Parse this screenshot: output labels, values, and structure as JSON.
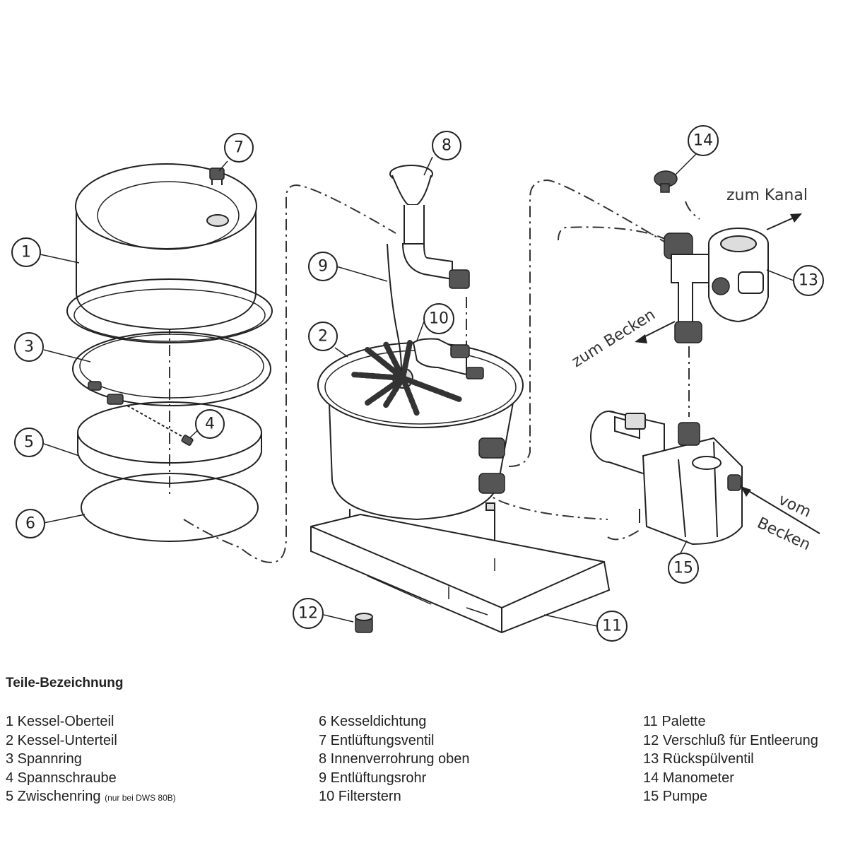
{
  "diagram": {
    "callouts": [
      "1",
      "2",
      "3",
      "4",
      "5",
      "6",
      "7",
      "8",
      "9",
      "10",
      "11",
      "12",
      "13",
      "14",
      "15"
    ],
    "flow_labels": {
      "to_channel": "zum Kanal",
      "to_pool": "zum Becken",
      "from_pool_line1": "vom",
      "from_pool_line2": "Becken"
    }
  },
  "legend": {
    "title": "Teile-Bezeichnung",
    "col1": [
      "1 Kessel-Oberteil",
      "2 Kessel-Unterteil",
      "3 Spannring",
      "4 Spannschraube",
      "5 Zwischenring"
    ],
    "col1_note": "(nur bei DWS 80B)",
    "col2": [
      "6 Kesseldichtung",
      "7 Entlüftungsventil",
      "8 Innenverrohrung oben",
      "9 Entlüftungsrohr",
      "10 Filterstern"
    ],
    "col3": [
      "11 Palette",
      "12 Verschluß für Entleerung",
      "13 Rückspülventil",
      "14 Manometer",
      "15 Pumpe"
    ]
  }
}
